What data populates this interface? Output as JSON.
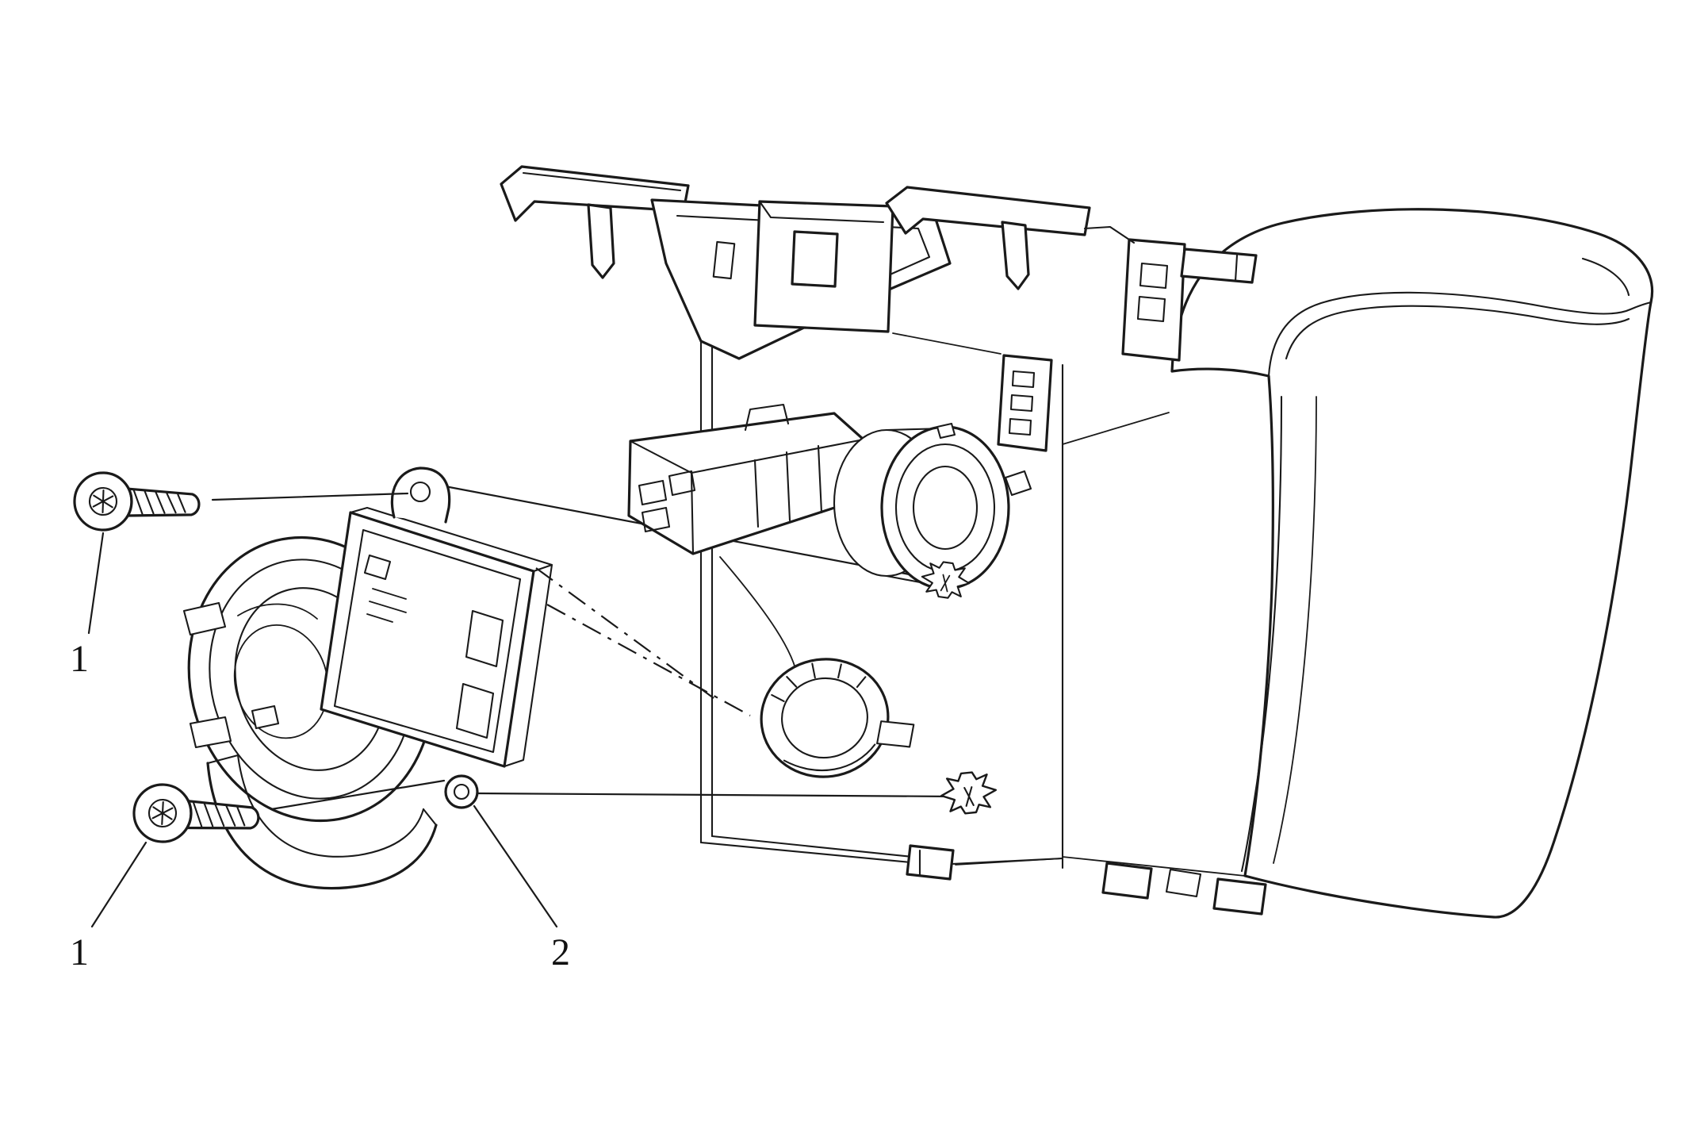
{
  "diagram": {
    "type": "exploded-parts-line-drawing",
    "background_color": "#ffffff",
    "line_color": "#1a1a1a",
    "callouts": [
      {
        "id": "callout-1-upper",
        "label": "1"
      },
      {
        "id": "callout-1-lower",
        "label": "1"
      },
      {
        "id": "callout-2",
        "label": "2"
      }
    ]
  }
}
